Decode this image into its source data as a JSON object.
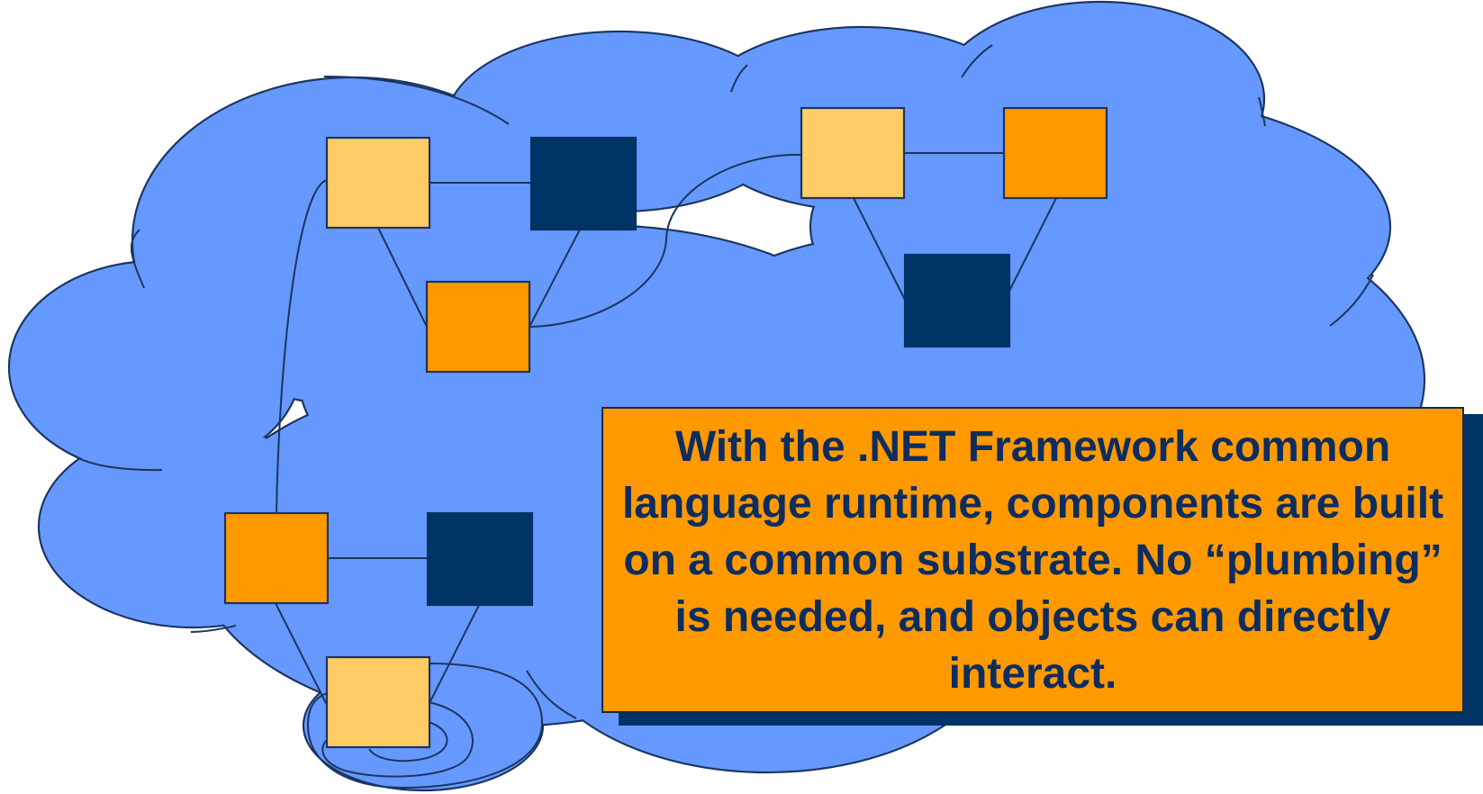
{
  "colors": {
    "cloud_fill": "#6699ff",
    "cloud_stroke": "#1b3560",
    "component_light": "#ffcc66",
    "component_orange": "#ff9900",
    "component_dark": "#003366",
    "callout_fill": "#ff9900",
    "callout_text": "#0d2d5e"
  },
  "callout": {
    "text": "With the .NET Framework common language runtime, components are built on a common substrate. No “plumbing” is needed, and objects can directly interact."
  },
  "components": [
    {
      "group": "upper-left",
      "shade": "light"
    },
    {
      "group": "upper-left",
      "shade": "dark"
    },
    {
      "group": "upper-left",
      "shade": "orange"
    },
    {
      "group": "upper-right",
      "shade": "light"
    },
    {
      "group": "upper-right",
      "shade": "orange"
    },
    {
      "group": "upper-right",
      "shade": "dark"
    },
    {
      "group": "lower-left",
      "shade": "orange"
    },
    {
      "group": "lower-left",
      "shade": "dark"
    },
    {
      "group": "lower-left",
      "shade": "light"
    }
  ]
}
